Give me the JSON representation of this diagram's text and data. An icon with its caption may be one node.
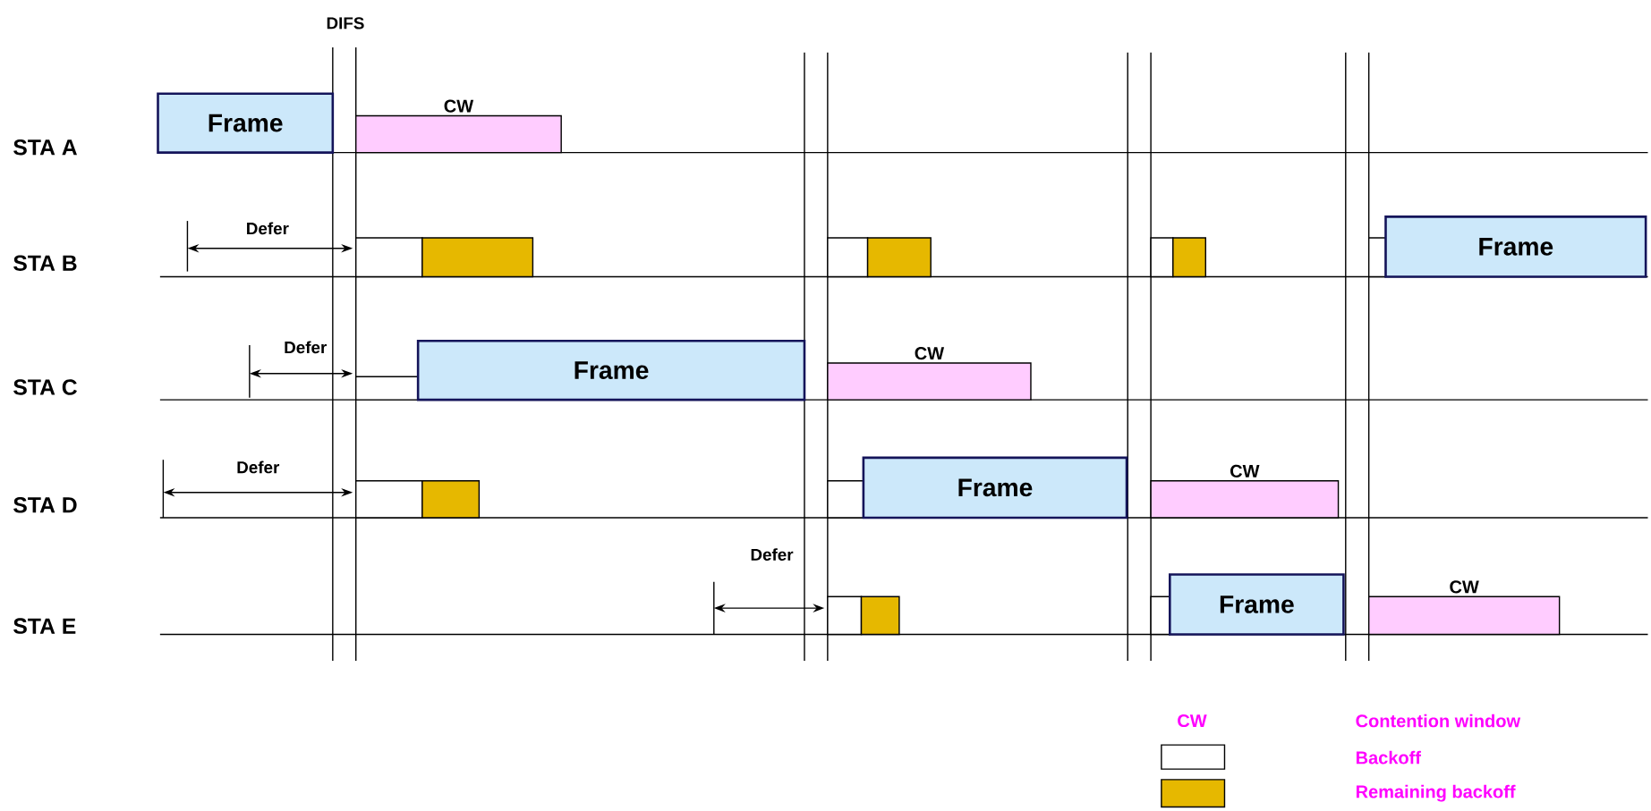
{
  "diagram": {
    "nodes": [
      {
        "text": [
          "Frame"
        ]
      },
      {
        "text": [
          "CW"
        ]
      },
      {
        "text": [],
        "shape": "box"
      },
      {
        "text": [],
        "shape": "box"
      },
      {
        "text": [],
        "shape": "box"
      },
      {
        "text": [],
        "shape": "box"
      },
      {
        "text": [],
        "shape": "box"
      },
      {
        "text": [],
        "shape": "box"
      },
      {
        "text": [],
        "shape": "box"
      },
      {
        "text": [
          "Frame"
        ]
      },
      {
        "text": [],
        "shape": "box"
      },
      {
        "text": [
          "Frame"
        ]
      },
      {
        "text": [
          "CW"
        ]
      },
      {
        "text": [],
        "shape": "box"
      },
      {
        "text": [],
        "shape": "box"
      },
      {
        "text": [],
        "shape": "box"
      },
      {
        "text": [
          "Frame"
        ]
      },
      {
        "text": [
          "CW"
        ]
      },
      {
        "text": [],
        "shape": "box"
      },
      {
        "text": [],
        "shape": "box"
      },
      {
        "text": [],
        "shape": "box"
      },
      {
        "text": [
          "Frame"
        ]
      },
      {
        "text": [
          "CW"
        ]
      }
    ],
    "labels": [
      "DIFS",
      "STA A",
      "Defer",
      "STA B",
      "Defer",
      "STA C",
      "Defer",
      "STA D",
      "Defer",
      "STA E",
      "CW"
    ],
    "legend": [
      {
        "text": "Contention window"
      },
      {
        "text": "Backoff"
      },
      {
        "text": "Remaining backoff",
        "color": "#e6b800"
      }
    ]
  }
}
